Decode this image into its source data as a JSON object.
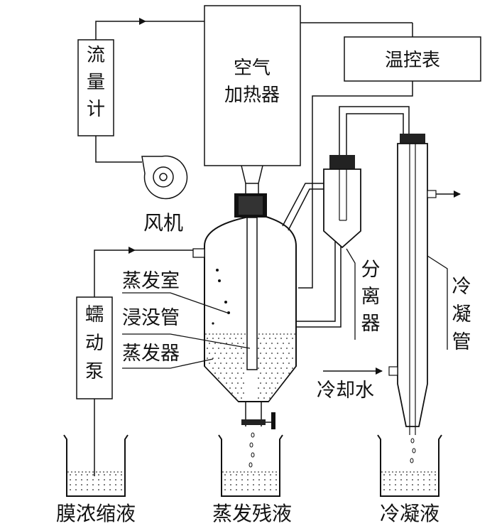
{
  "labels": {
    "flowmeter": [
      "流",
      "量",
      "计"
    ],
    "air_heater": [
      "空气",
      "加热器"
    ],
    "temp_controller": "温控表",
    "fan": "风机",
    "peristaltic_pump": [
      "蠕",
      "动",
      "泵"
    ],
    "evaporation_chamber": "蒸发室",
    "immersion_tube": "浸没管",
    "evaporator": "蒸发器",
    "separator": [
      "分",
      "离",
      "器"
    ],
    "condenser_tube": [
      "冷",
      "凝",
      "管"
    ],
    "cooling_water": "冷却水",
    "membrane_concentrate": "膜浓缩液",
    "evaporation_residue": "蒸发残液",
    "condensate": "冷凝液"
  }
}
